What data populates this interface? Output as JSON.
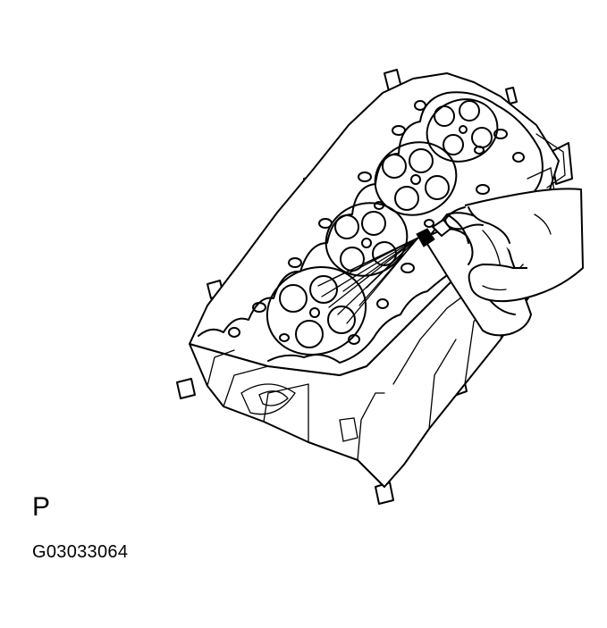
{
  "figure": {
    "view_label": "P",
    "figure_code": "G03033064"
  },
  "illustration": {
    "subject": "cylinder-head-with-spray-can",
    "parts": [
      "cylinder-head",
      "combustion-chambers",
      "valves",
      "spark-plug-holes",
      "head-bolt-holes",
      "studs",
      "spray-can",
      "hand",
      "spray-pattern"
    ]
  }
}
